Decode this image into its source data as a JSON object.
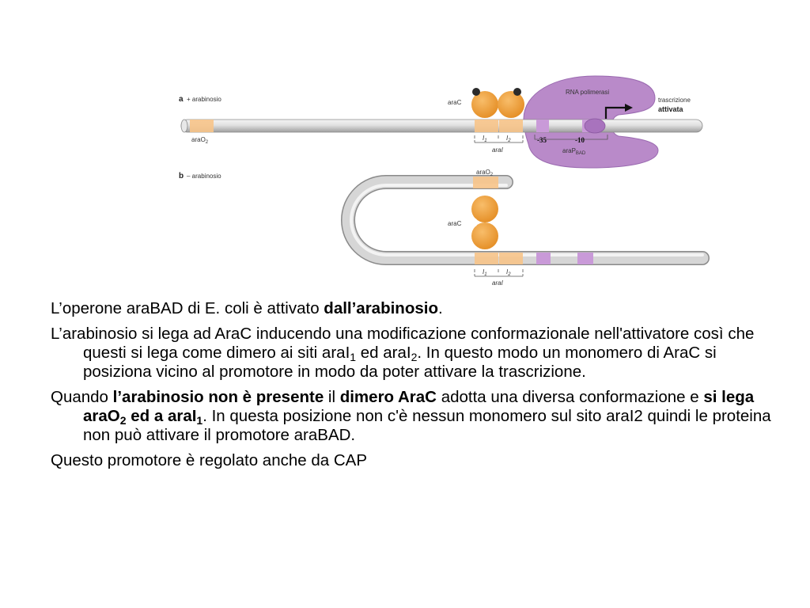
{
  "figure": {
    "panel_a": {
      "letter": "a",
      "label": "+ arabinosio"
    },
    "panel_b": {
      "letter": "b",
      "label": "– arabinosio"
    },
    "arac": "araC",
    "arao2": {
      "main": "araO",
      "sub": "2"
    },
    "rna_pol": "RNA polimerasi",
    "transcription": [
      "trascrizione",
      "attivata"
    ],
    "i1": {
      "main": "I",
      "sub": "1"
    },
    "i2": {
      "main": "I",
      "sub": "2"
    },
    "arai": "araI",
    "box35": "-35",
    "box10": "-10",
    "arap": {
      "main": "araP",
      "sub": "BAD"
    },
    "colors": {
      "arac": "#f0a03a",
      "polymerase": "#b98ac9",
      "site_orange": "#f7c48a",
      "site_purple": "#c99ad8",
      "dna": "#d4d4d4"
    }
  },
  "text": {
    "p1": {
      "t1": "L’operone araBAD di E. coli è attivato ",
      "b1": "dall’arabinosio",
      "t2": "."
    },
    "p2": {
      "t1": "L’arabinosio si lega ad AraC  inducendo una modificazione conformazionale nell'attivatore così che questi si lega come dimero ai siti araI",
      "s1": "1",
      "t2": " ed araI",
      "s2": "2",
      "t3": ". In questo modo un monomero di AraC si posiziona vicino al promotore in modo da poter attivare la trascrizione."
    },
    "p3": {
      "t1": "Quando ",
      "b1": "l’arabinosio non è presente",
      "t2": " il ",
      "b2": "dimero AraC",
      "t3": " adotta una diversa conformazione e ",
      "b3": "si lega araO",
      "b3s": "2",
      "b4": " ed a araI",
      "b4s": "1",
      "t4": ". In questa posizione non c'è nessun monomero sul sito araI2 quindi le proteina non può attivare il promotore araBAD."
    },
    "p4": "Questo promotore è regolato anche da CAP"
  }
}
